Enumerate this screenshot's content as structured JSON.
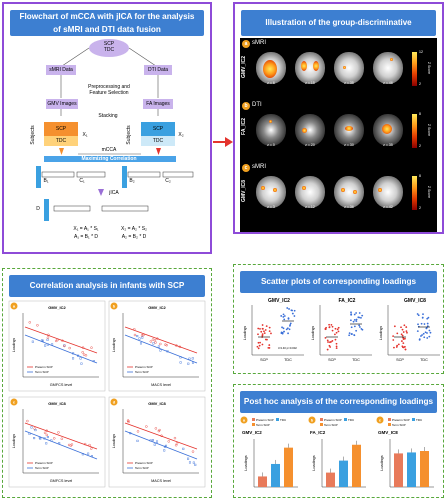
{
  "flowchart": {
    "title": "Flowchart of mCCA with jICA for the analysis of sMRI and DTI data fusion",
    "top_node": "SCP\nTDC",
    "smri_data": "sMRI Data",
    "dti_data": "DTI Data",
    "preprocessing": "Preprocessing and Feature Selection",
    "gmv_images": "GMV Images",
    "fa_images": "FA Images",
    "stacking": "Stacking",
    "scp": "SCP",
    "tdc": "TDC",
    "subjects": "Subjects",
    "x1": "X₁",
    "x2": "X₂",
    "mcca": "mCCA",
    "max_corr": "Maximizing Correlation",
    "b1": "B₁",
    "c1": "C₁",
    "b2": "B₂",
    "c2": "C₂",
    "jica": "jICA",
    "d": "D",
    "e1": "X₁ = A₁ * S₁",
    "e2": "A₁ = B₁ * D",
    "e3": "X₂ = A₂ * S₂",
    "e4": "A₂ = B₂ * D"
  },
  "illustration": {
    "title": "Illustration of the group-discriminative components",
    "rows": [
      {
        "badge": "a",
        "modality": "sMRI",
        "ic": "GMV_IC2",
        "zs": [
          "z = 6",
          "z = 15",
          "z = 35",
          "z = 46"
        ],
        "cmax": "12",
        "cmin": "2",
        "unit": "Z Score"
      },
      {
        "badge": "b",
        "modality": "DTI",
        "ic": "FA_IC2",
        "zs": [
          "z = 0",
          "z = 20",
          "z = 30",
          "z = 35"
        ],
        "cmax": "8",
        "cmin": "2",
        "unit": "Z Score"
      },
      {
        "badge": "c",
        "modality": "sMRI",
        "ic": "GMV_IC8",
        "zs": [
          "z = 3",
          "z = 12",
          "z = 36",
          "z = 42"
        ],
        "cmax": "8",
        "cmin": "2",
        "unit": "Z Score"
      }
    ]
  },
  "scatter": {
    "title": "Scatter plots of corresponding loadings",
    "ylabel": "Loadings",
    "plots": [
      {
        "title": "GMV_IC2",
        "x": [
          "SCP",
          "TDC"
        ],
        "note": "t=3.40\np=0.002"
      },
      {
        "title": "FA_IC2",
        "x": [
          "SCP",
          "TDC"
        ],
        "note": ""
      },
      {
        "title": "GMV_IC8",
        "x": [
          "SCP",
          "TDC"
        ],
        "note": ""
      }
    ]
  },
  "correlation": {
    "title": "Correlation analysis in infants with SCP",
    "plots": [
      {
        "badge": "a",
        "title": "GMV_IC2",
        "xlabel": "GMFCS level"
      },
      {
        "badge": "b",
        "title": "GMV_IC2",
        "xlabel": "MACS level"
      },
      {
        "badge": "c",
        "title": "GMV_IC8",
        "xlabel": "GMFCS level"
      },
      {
        "badge": "d",
        "title": "GMV_IC8",
        "xlabel": "MACS level"
      }
    ],
    "legend": [
      "Preterm SCP",
      "Term SCP"
    ],
    "ylabel": "Loadings"
  },
  "posthoc": {
    "title": "Post hoc analysis of the corresponding loadings",
    "legend": [
      "Preterm SCP",
      "TDC",
      "Term SCP"
    ],
    "ylabel": "Loadings",
    "groups": [
      {
        "badge": "a",
        "title": "GMV_IC2",
        "values": [
          0.22,
          0.48,
          0.82
        ]
      },
      {
        "badge": "b",
        "title": "FA_IC2",
        "values": [
          0.3,
          0.55,
          0.88
        ]
      },
      {
        "badge": "c",
        "title": "GMV_IC8",
        "values": [
          0.7,
          0.72,
          0.75
        ]
      }
    ]
  },
  "colors": {
    "purple_border": "#8e4bd8",
    "header_blue": "#3d7fd1",
    "scp_orange": "#f5902e",
    "tdc_blue": "#3aa0e0",
    "arrow_red": "#e4332d",
    "green_dash": "#58a83c"
  }
}
